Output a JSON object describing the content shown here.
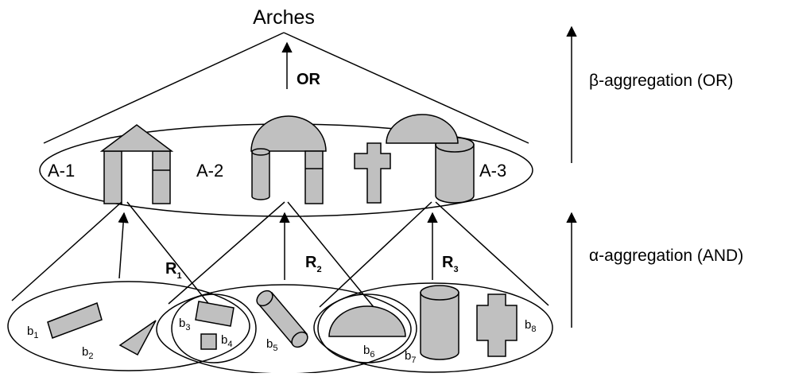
{
  "title": "Arches",
  "or_label": "OR",
  "arch_labels": [
    "A-1",
    "A-2",
    "A-3"
  ],
  "relations": [
    {
      "base": "R",
      "sub": "1"
    },
    {
      "base": "R",
      "sub": "2"
    },
    {
      "base": "R",
      "sub": "3"
    }
  ],
  "parts": [
    {
      "base": "b",
      "sub": "1"
    },
    {
      "base": "b",
      "sub": "2"
    },
    {
      "base": "b",
      "sub": "3"
    },
    {
      "base": "b",
      "sub": "4"
    },
    {
      "base": "b",
      "sub": "5"
    },
    {
      "base": "b",
      "sub": "6"
    },
    {
      "base": "b",
      "sub": "7"
    },
    {
      "base": "b",
      "sub": "8"
    }
  ],
  "beta_label": {
    "symbol": "β",
    "text": "-aggregation (OR)"
  },
  "alpha_label": {
    "symbol": "α",
    "text": "-aggregation (AND)"
  },
  "colors": {
    "shape_fill": "#c0c0c0",
    "stroke": "#000000",
    "background": "#ffffff"
  }
}
